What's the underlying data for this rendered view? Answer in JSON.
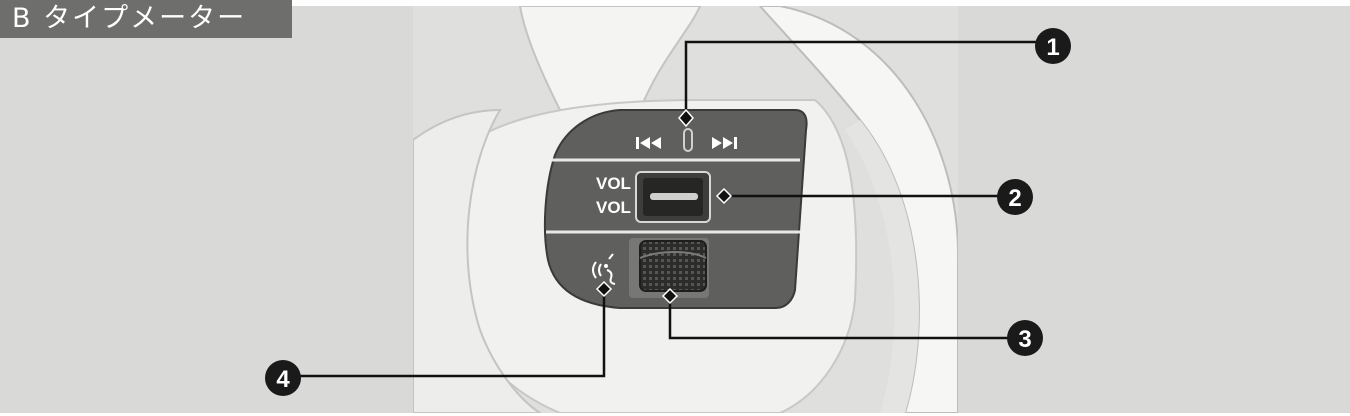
{
  "header": {
    "title": "B タイプメーター"
  },
  "controls": {
    "prev_track_glyph": "⏮",
    "next_track_glyph": "⏭",
    "vol_up_label": "VOL +",
    "vol_down_label": "VOL —",
    "voice_icon": "voice-command-icon",
    "thumbwheel_icon": "thumbwheel-icon"
  },
  "callouts": {
    "c1": "1",
    "c2": "2",
    "c3": "3",
    "c4": "4"
  },
  "colors": {
    "panel_bg": "#d9d9d7",
    "title_tab_bg": "#6e6e6c",
    "wheel_body": "#f1f1ef",
    "switch_panel": "#5f5f5d",
    "callout_fill": "#1a1a1a"
  }
}
